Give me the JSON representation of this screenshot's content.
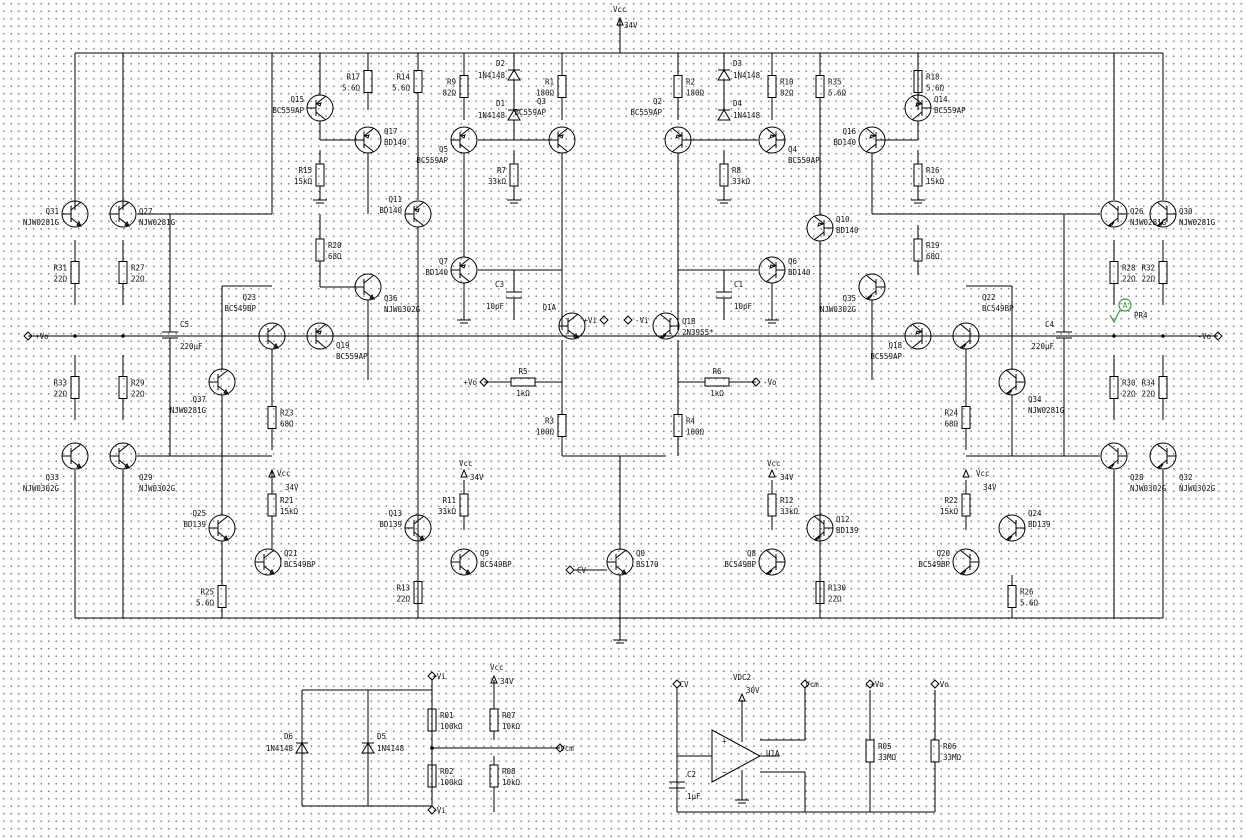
{
  "rails": {
    "vcc_top": "Vcc",
    "v34_top": "34V"
  },
  "ports": {
    "plus_vo_left": "+Vo",
    "minus_vo_right": "-Vo",
    "plus_vi_q1a": "+Vi",
    "minus_vi_q1b": "-Vi",
    "plus_vo_r5": "+Vo",
    "minus_vo_r6": "-Vo",
    "cv_q0": "CV",
    "cv_bottom": "CV",
    "vcm_bottom": "Vcm",
    "vcm_r07": "Vcm",
    "plus_vo_bottom": "+Vo",
    "minus_vo_bottom": "-Vo",
    "plus_vi_bottom": "+Vi",
    "minus_vi_bottom": "-Vi",
    "vcc_bottom": "Vcc",
    "v34_bottom": "34V",
    "vcc_q21": "Vcc",
    "v34_q21": "34V",
    "vcc_q9": "Vcc",
    "v34_q9": "34V",
    "vcc_q8": "Vcc",
    "v34_q8": "34V",
    "vcc_q20": "Vcc",
    "v34_q20": "34V",
    "vdc2": "VDC2",
    "v30": "30V"
  },
  "transistors": [
    {
      "ref": "Q31",
      "part": "NJW0281G"
    },
    {
      "ref": "Q27",
      "part": "NJW0281G"
    },
    {
      "ref": "Q33",
      "part": "NJW0302G"
    },
    {
      "ref": "Q29",
      "part": "NJW0302G"
    },
    {
      "ref": "Q15",
      "part": "BC559AP"
    },
    {
      "ref": "Q17",
      "part": "BD140"
    },
    {
      "ref": "Q11",
      "part": "BD140"
    },
    {
      "ref": "Q36",
      "part": "NJW0302G"
    },
    {
      "ref": "Q23",
      "part": "BC549BP"
    },
    {
      "ref": "Q19",
      "part": "BC559AP"
    },
    {
      "ref": "Q37",
      "part": "NJW0281G"
    },
    {
      "ref": "Q25",
      "part": "BD139"
    },
    {
      "ref": "Q21",
      "part": "BC549BP"
    },
    {
      "ref": "Q13",
      "part": "BD139"
    },
    {
      "ref": "Q9",
      "part": "BC549BP"
    },
    {
      "ref": "Q5",
      "part": "BC559AP"
    },
    {
      "ref": "Q3",
      "part": "BC559AP"
    },
    {
      "ref": "Q7",
      "part": "BD140"
    },
    {
      "ref": "Q1A",
      "part": ""
    },
    {
      "ref": "Q1B",
      "part": "2N3955*"
    },
    {
      "ref": "Q0",
      "part": "BS170"
    },
    {
      "ref": "Q2",
      "part": "BC559AP"
    },
    {
      "ref": "Q4",
      "part": "BC559AP"
    },
    {
      "ref": "Q6",
      "part": "BD140"
    },
    {
      "ref": "Q10",
      "part": "BD140"
    },
    {
      "ref": "Q8",
      "part": "BC549BP"
    },
    {
      "ref": "Q12",
      "part": "BD139"
    },
    {
      "ref": "Q14",
      "part": "BC559AP"
    },
    {
      "ref": "Q16",
      "part": "BD140"
    },
    {
      "ref": "Q35",
      "part": "NJW0302G"
    },
    {
      "ref": "Q18",
      "part": "BC559AP"
    },
    {
      "ref": "Q22",
      "part": "BC549BP"
    },
    {
      "ref": "Q34",
      "part": "NJW0281G"
    },
    {
      "ref": "Q24",
      "part": "BD139"
    },
    {
      "ref": "Q20",
      "part": "BC549BP"
    },
    {
      "ref": "Q26",
      "part": "NJW0281G"
    },
    {
      "ref": "Q30",
      "part": "NJW0281G"
    },
    {
      "ref": "Q28",
      "part": "NJW0302G"
    },
    {
      "ref": "Q32",
      "part": "NJW0302G"
    }
  ],
  "resistors": [
    {
      "ref": "R31",
      "val": "22Ω"
    },
    {
      "ref": "R27",
      "val": "22Ω"
    },
    {
      "ref": "R33",
      "val": "22Ω"
    },
    {
      "ref": "R29",
      "val": "22Ω"
    },
    {
      "ref": "R17",
      "val": "5.6Ω"
    },
    {
      "ref": "R15",
      "val": "15kΩ"
    },
    {
      "ref": "R14",
      "val": "5.6Ω"
    },
    {
      "ref": "R20",
      "val": "68Ω"
    },
    {
      "ref": "R23",
      "val": "68Ω"
    },
    {
      "ref": "R21",
      "val": "15kΩ"
    },
    {
      "ref": "R25",
      "val": "5.6Ω"
    },
    {
      "ref": "R9",
      "val": "82Ω"
    },
    {
      "ref": "R7",
      "val": "33kΩ"
    },
    {
      "ref": "R1",
      "val": "180Ω"
    },
    {
      "ref": "R5",
      "val": "1kΩ"
    },
    {
      "ref": "R3",
      "val": "100Ω"
    },
    {
      "ref": "R11",
      "val": "33kΩ"
    },
    {
      "ref": "R13",
      "val": "22Ω"
    },
    {
      "ref": "R2",
      "val": "180Ω"
    },
    {
      "ref": "R8",
      "val": "33kΩ"
    },
    {
      "ref": "R10",
      "val": "82Ω"
    },
    {
      "ref": "R6",
      "val": "1kΩ"
    },
    {
      "ref": "R4",
      "val": "100Ω"
    },
    {
      "ref": "R12",
      "val": "33kΩ"
    },
    {
      "ref": "R130",
      "val": "22Ω"
    },
    {
      "ref": "R35",
      "val": "5.6Ω"
    },
    {
      "ref": "R18",
      "val": "5.6Ω"
    },
    {
      "ref": "R16",
      "val": "15kΩ"
    },
    {
      "ref": "R19",
      "val": "68Ω"
    },
    {
      "ref": "R24",
      "val": "68Ω"
    },
    {
      "ref": "R22",
      "val": "15kΩ"
    },
    {
      "ref": "R26",
      "val": "5.6Ω"
    },
    {
      "ref": "R28",
      "val": "22Ω"
    },
    {
      "ref": "R32",
      "val": "22Ω"
    },
    {
      "ref": "R30",
      "val": "22Ω"
    },
    {
      "ref": "R34",
      "val": "22Ω"
    },
    {
      "ref": "R01",
      "val": "100kΩ"
    },
    {
      "ref": "R02",
      "val": "100kΩ"
    },
    {
      "ref": "R07",
      "val": "10kΩ"
    },
    {
      "ref": "R08",
      "val": "10kΩ"
    },
    {
      "ref": "R05",
      "val": "33MΩ"
    },
    {
      "ref": "R06",
      "val": "33MΩ"
    }
  ],
  "capacitors": [
    {
      "ref": "C5",
      "val": "220μF"
    },
    {
      "ref": "C3",
      "val": "10pF"
    },
    {
      "ref": "C1",
      "val": "10pF"
    },
    {
      "ref": "C4",
      "val": "220μF"
    },
    {
      "ref": "C2",
      "val": "1μF"
    }
  ],
  "diodes": [
    {
      "ref": "D2",
      "part": "1N4148"
    },
    {
      "ref": "D1",
      "part": "1N4148"
    },
    {
      "ref": "D3",
      "part": "1N4148"
    },
    {
      "ref": "D4",
      "part": "1N4148"
    },
    {
      "ref": "D6",
      "part": "1N4148"
    },
    {
      "ref": "D5",
      "part": "1N4148"
    }
  ],
  "opamp": {
    "ref": "U1A"
  },
  "probe": {
    "mark": "A",
    "ref": "PR4"
  }
}
